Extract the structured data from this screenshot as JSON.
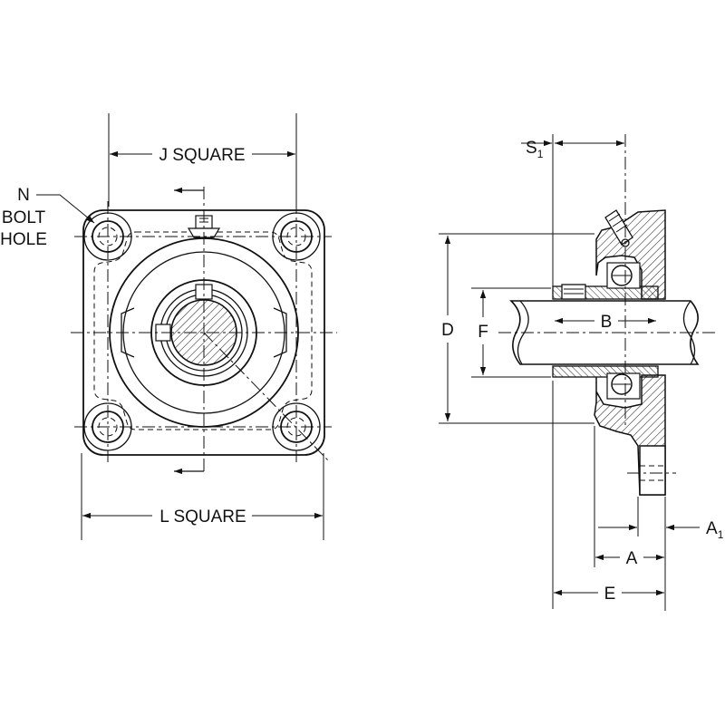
{
  "labels": {
    "j_square": "J SQUARE",
    "l_square": "L SQUARE",
    "n": "N",
    "bolt": "BOLT",
    "hole": "HOLE",
    "s": "S",
    "s_sub": "1",
    "d": "D",
    "f": "F",
    "b": "B",
    "a": "A",
    "a1": "A",
    "a1_sub": "1",
    "e": "E"
  }
}
